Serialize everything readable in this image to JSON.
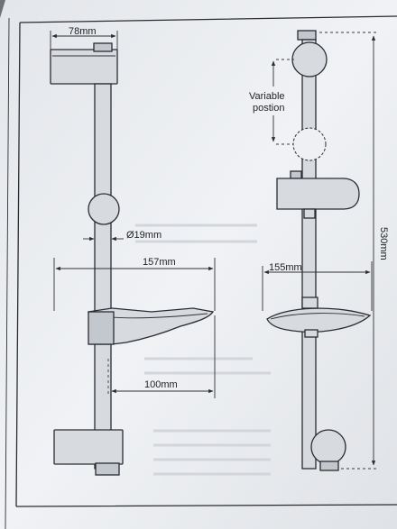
{
  "left_view": {
    "bracket_width_label": "78mm",
    "rail_diameter_label": "Ø19mm",
    "soap_dish_width_label": "157mm",
    "soap_dish_depth_label": "100mm"
  },
  "right_view": {
    "variable_label_line1": "Variable",
    "variable_label_line2": "postion",
    "soap_dish_width_label": "155mm",
    "total_height_label": "530mm"
  },
  "colors": {
    "paper": "#eef0f3",
    "ink": "#2b2c30",
    "background": "#6f7378"
  }
}
